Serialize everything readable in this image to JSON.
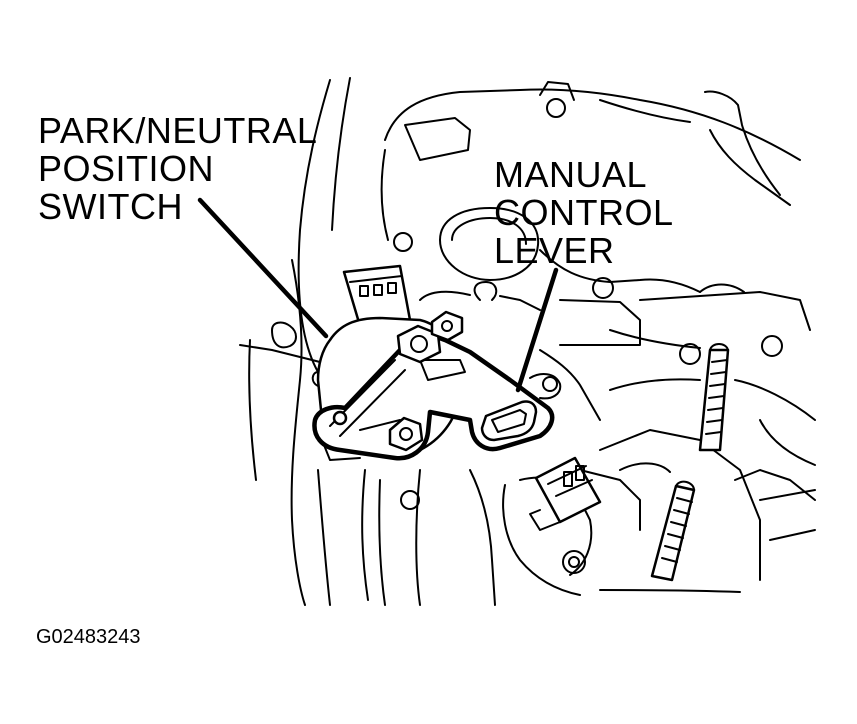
{
  "labels": {
    "park_neutral_switch": [
      "PARK/NEUTRAL",
      "POSITION",
      "SWITCH"
    ],
    "manual_control_lever": [
      "MANUAL",
      "CONTROL",
      "LEVER"
    ]
  },
  "figure_id": "G02483243"
}
